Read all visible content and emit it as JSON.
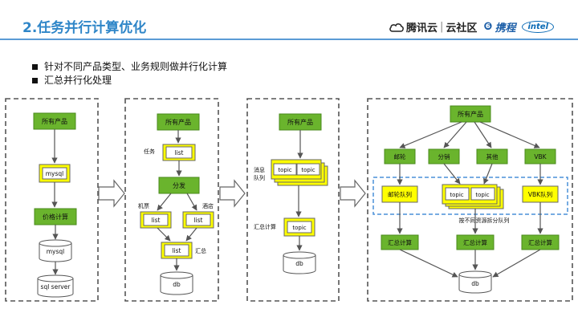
{
  "header": {
    "title": "2.任务并行计算优化",
    "logos": {
      "tencent": "腾讯云",
      "community": "云社区",
      "ctrip": "携程",
      "intel": "intel"
    }
  },
  "bullets": [
    "针对不同产品类型、业务规则做并行化计算",
    "汇总并行化处理"
  ],
  "diagram1": {
    "all_products": "所有产品",
    "mysql_box": "mysql",
    "price_calc": "价格计算",
    "mysql_db": "mysql",
    "sqlserver_db": "sql server"
  },
  "diagram2": {
    "all_products": "所有产品",
    "task_label": "任务",
    "list_top": "list",
    "distribute": "分发",
    "flight_label": "机票",
    "hotel_label": "酒店",
    "list_left": "list",
    "list_right": "list",
    "list_bottom": "list",
    "summary_label": "汇总",
    "db": "db"
  },
  "diagram3": {
    "all_products": "所有产品",
    "mq_label_1": "消息",
    "mq_label_2": "队列",
    "topic1": "topic",
    "topic2": "topic",
    "summary_calc_label": "汇总计算",
    "topic3": "topic",
    "db": "db"
  },
  "diagram4": {
    "all_products": "所有产品",
    "branches": [
      "邮轮",
      "分销",
      "其他",
      "VBK"
    ],
    "cruise_queue": "邮轮队列",
    "topic1": "topic",
    "topic2": "topic",
    "vbk_queue": "VBK队列",
    "split_label": "按不同资源拆分队列",
    "summary_calcs": [
      "汇总计算",
      "汇总计算",
      "汇总计算"
    ],
    "db": "db"
  },
  "colors": {
    "green": "#6ab42d",
    "yellow": "#ffff00",
    "accent": "#2f86c8",
    "dashed_blue": "#4a90d9"
  }
}
